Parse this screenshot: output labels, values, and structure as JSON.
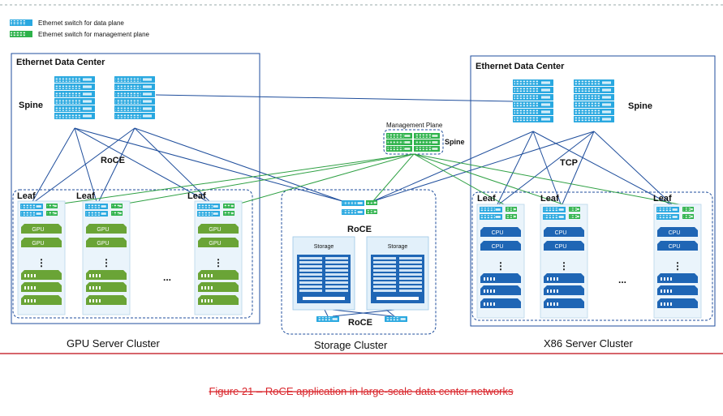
{
  "legend": {
    "data_plane": "Ethernet switch for data plane",
    "mgmt_plane": "Ethernet switch for management plane"
  },
  "left_dc": {
    "title": "Ethernet Data Center",
    "spine": "Spine",
    "proto": "RoCE",
    "leaves": [
      "Leaf",
      "Leaf",
      "Leaf"
    ]
  },
  "right_dc": {
    "title": "Ethernet Data Center",
    "spine": "Spine",
    "proto": "TCP",
    "leaves": [
      "Leaf",
      "Leaf",
      "Leaf"
    ]
  },
  "mgmt": {
    "title": "Management Plane",
    "spine": "Spine"
  },
  "storage": {
    "proto_top": "RoCE",
    "proto_bottom": "RoCE",
    "box": "Storage"
  },
  "node": {
    "gpu": "GPU",
    "cpu": "CPU",
    "dots": "⋮",
    "ellipsis": "..."
  },
  "clusters": {
    "gpu": "GPU Server Cluster",
    "storage": "Storage Cluster",
    "x86": "X86 Server Cluster"
  },
  "caption": "Figure 21 – RoCE application in large-scale data center networks",
  "colors": {
    "data_switch": "#29a8e0",
    "mgmt_switch": "#2db24a",
    "gpu": "#6aa436",
    "cpu": "#1f66b5",
    "link_blue": "#1f4e9c",
    "link_green": "#2ea043",
    "caption": "#d9262c",
    "rule": "#c8323a"
  }
}
